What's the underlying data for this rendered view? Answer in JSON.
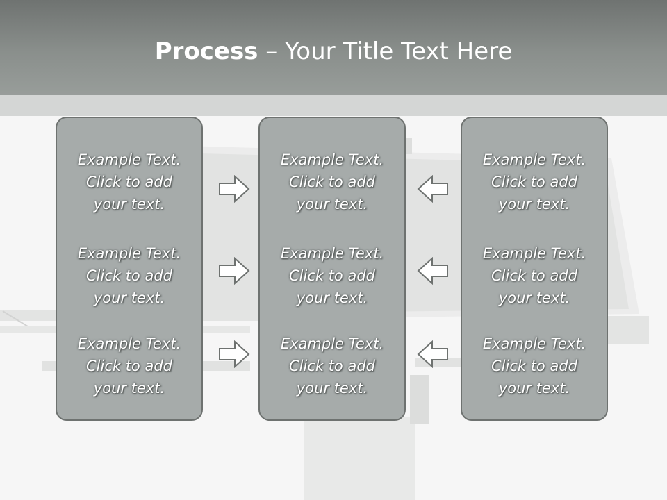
{
  "title": {
    "bold": "Process",
    "rest": " – Your Title Text Here"
  },
  "columns": [
    {
      "blocks": [
        {
          "line1": "Example Text.",
          "line2": "Click  to add",
          "line3": "your text."
        },
        {
          "line1": "Example Text.",
          "line2": "Click  to add",
          "line3": "your text."
        },
        {
          "line1": "Example Text.",
          "line2": "Click  to add",
          "line3": "your text."
        }
      ]
    },
    {
      "blocks": [
        {
          "line1": "Example Text.",
          "line2": "Click  to add",
          "line3": "your text."
        },
        {
          "line1": "Example Text.",
          "line2": "Click  to add",
          "line3": "your text."
        },
        {
          "line1": "Example Text.",
          "line2": "Click  to add",
          "line3": "your text."
        }
      ]
    },
    {
      "blocks": [
        {
          "line1": "Example Text.",
          "line2": "Click  to add",
          "line3": "your text."
        },
        {
          "line1": "Example Text.",
          "line2": "Click  to add",
          "line3": "your text."
        },
        {
          "line1": "Example Text.",
          "line2": "Click  to add",
          "line3": "your text."
        }
      ]
    }
  ],
  "arrows": {
    "left_group": {
      "direction": "right",
      "icon": "arrow-right-icon"
    },
    "right_group": {
      "direction": "left",
      "icon": "arrow-left-icon"
    }
  },
  "colors": {
    "header": "#8a8f8c",
    "panel": "#a6abaa",
    "panel_border": "#6e7270",
    "text": "#ffffff"
  }
}
